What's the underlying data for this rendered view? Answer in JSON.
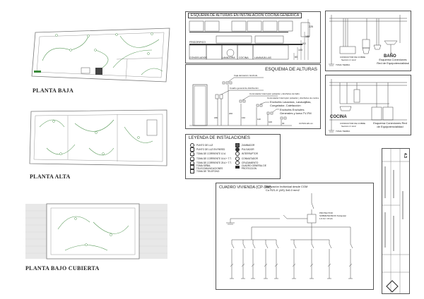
{
  "plans": {
    "planta_baja": "PLANTA BAJA",
    "planta_alta": "PLANTA ALTA",
    "planta_bajo_cubierta": "PLANTA BAJO CUBIERTA"
  },
  "cocina_scheme": {
    "title": "ESQUEMA DE ALTURAS EN INSTALACION COCINA GENÉRICA",
    "labels": [
      "FRIGORIFICO",
      "CONGELADOR",
      "LAVADORA",
      "COCINA",
      "LAVAVAJILLAS"
    ],
    "heights": [
      "225",
      "180",
      "110",
      "100",
      "60"
    ]
  },
  "alturas": {
    "title": "ESQUEMA DE ALTURAS",
    "notes": [
      "Caja derivación: Enchufe",
      "Cuadro general de distribución",
      "Conmutador Interruptor pulsador y Enchufes de baño",
      "Conmutador Interruptor pulsador y Enchufes de cocina",
      "Enchufes Lavadora, Lavavajillas, Congelador, Calefacción",
      "Enchufes Enchufes Generales y toma TV-FM"
    ],
    "heights": [
      "200",
      "180",
      "160",
      "110",
      "100",
      "30"
    ],
    "footer": "COTAS EN cm"
  },
  "legend": {
    "title": "LEYENDA DE INSTALACIONES",
    "left": [
      "PUNTO DE LUZ",
      "PUNTO DE LUZ EN PARED",
      "TOMA DE CORRIENTE 10 A",
      "TOMA DE CORRIENTE 16 A + T.T.",
      "TOMA DE CORRIENTE 25 A + T.T.",
      "TOMA SEÑAL TELECOMUNICACIONES",
      "TOMA DE TELEFONO"
    ],
    "right": [
      "ZUMBADOR",
      "PULSADOR",
      "INTERRUPTOR",
      "CONMUTADOR",
      "CRUZAMIENTO",
      "CUADRO GENERAL DE PROTECCION"
    ]
  },
  "bano": {
    "title": "BAÑO",
    "conductor": "CONDUCTOR DE COBRE",
    "section": "Sección 4 mm2",
    "toma": "TOMA TIERRA",
    "esquema": "Esquema Conexiones Red de Equipotencialidad"
  },
  "cocina": {
    "title": "COCINA",
    "conductor": "CONDUCTOR DE COBRE",
    "section": "Sección 4 mm2",
    "toma": "TOMA TIERRA",
    "esquema": "Esquema Conexiones Red de Equipotencialidad"
  },
  "cuadro": {
    "title": "CUADRO VIVIENDA  (CP-9W)",
    "derivacion": "Derivación Individual desde CGM",
    "cable": "Cu RZ1-K (AS) 3x6.0 mm2",
    "protector": "PROTECTOR SOBRETENSION Tetrapolar 1,5 kV / 15 kA"
  },
  "title_block": {
    "sheet": "4.3"
  }
}
